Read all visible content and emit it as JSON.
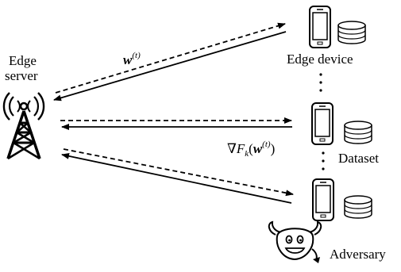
{
  "labels": {
    "edge_server_line1": "Edge",
    "edge_server_line2": "server",
    "edge_device": "Edge device",
    "dataset": "Dataset",
    "adversary": "Adversary"
  },
  "math": {
    "model_var": "w",
    "model_sup": "(t)",
    "grad_symbol": "∇",
    "grad_func": "F",
    "grad_sub": "k",
    "grad_open": "(",
    "grad_var": "w",
    "grad_sup": "(t)",
    "grad_close": ")"
  },
  "icons": {
    "server": "radio-tower-icon",
    "device": "smartphone-icon",
    "dataset": "database-cylinder-icon",
    "adversary": "devil-face-icon"
  },
  "colors": {
    "stroke": "#000000",
    "fill": "#ffffff"
  }
}
